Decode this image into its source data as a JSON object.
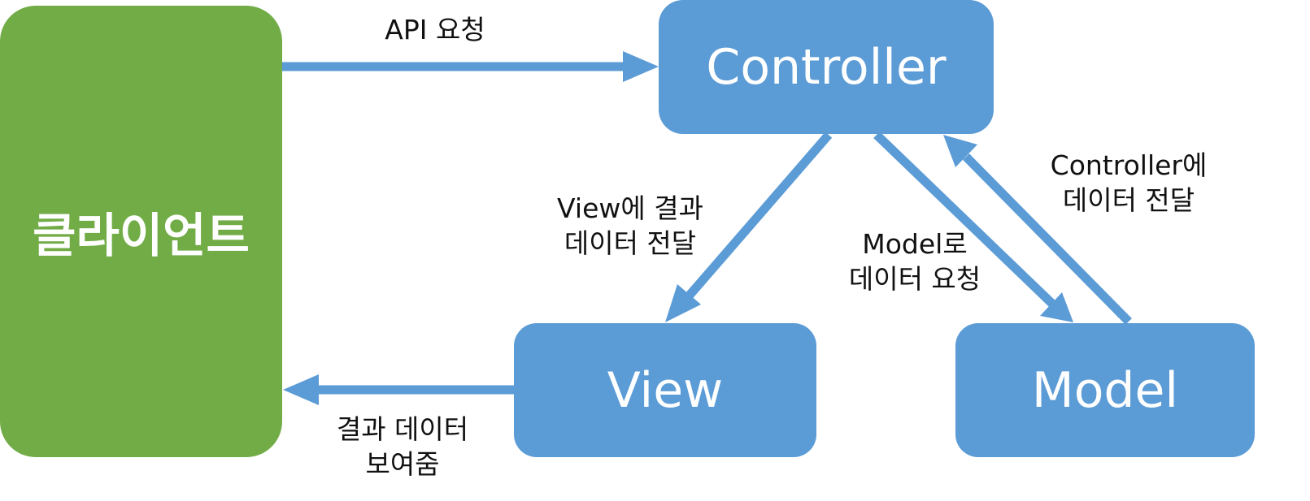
{
  "nodes": {
    "client": "클라이언트",
    "controller": "Controller",
    "view": "View",
    "model": "Model"
  },
  "edges": {
    "api_request": "API 요청",
    "controller_to_view": [
      "View에 결과",
      "데이터 전달"
    ],
    "controller_to_model": [
      "Model로",
      "데이터 요청"
    ],
    "model_to_controller": [
      "Controller에",
      "데이터 전달"
    ],
    "view_to_client": [
      "결과 데이터",
      "보여줌"
    ]
  },
  "colors": {
    "client": "#72ac47",
    "component": "#5b9bd6",
    "arrow": "#5b9bd6",
    "text": "#111111"
  }
}
